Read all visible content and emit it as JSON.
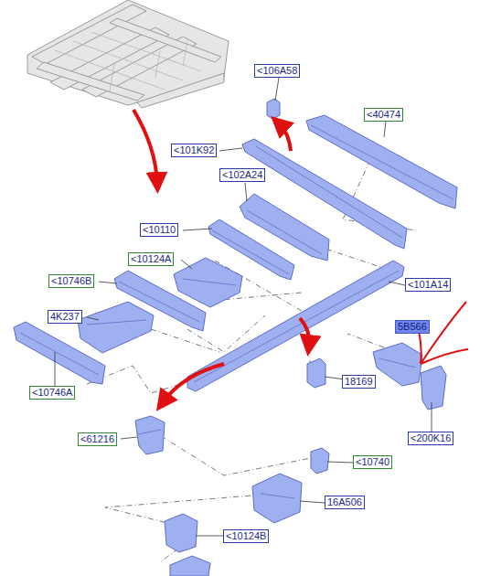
{
  "diagram": {
    "nodes": [
      {
        "text": [
          "<106A58"
        ]
      },
      {
        "text": [
          "<40474"
        ]
      },
      {
        "text": [
          "<101K92"
        ]
      },
      {
        "text": [
          "<102A24"
        ]
      },
      {
        "text": [
          "<10110"
        ]
      },
      {
        "text": [
          "<10124A"
        ]
      },
      {
        "text": [
          "<10746B"
        ]
      },
      {
        "text": [
          "<101A14"
        ]
      },
      {
        "text": [
          "4K237"
        ]
      },
      {
        "text": [
          "5B566"
        ]
      },
      {
        "text": [
          "18169"
        ]
      },
      {
        "text": [
          "<10746A"
        ]
      },
      {
        "text": [
          "<200K16"
        ]
      },
      {
        "text": [
          "<61216"
        ]
      },
      {
        "text": [
          "<10740"
        ]
      },
      {
        "text": [
          "16A506"
        ]
      },
      {
        "text": [
          "<10124B"
        ]
      }
    ]
  }
}
